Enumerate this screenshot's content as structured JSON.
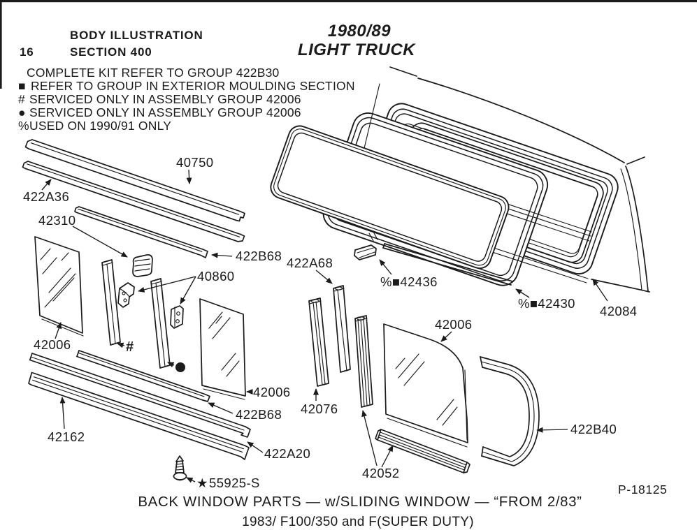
{
  "header": {
    "page_number": "16",
    "section": "SECTION 400",
    "title": "BODY ILLUSTRATION",
    "model_year": "1980/89",
    "model_line": "LIGHT TRUCK"
  },
  "legend": {
    "items": [
      {
        "symbol": "",
        "text": "COMPLETE KIT REFER TO GROUP 422B30"
      },
      {
        "symbol": "■",
        "text": "REFER TO GROUP IN EXTERIOR MOULDING SECTION"
      },
      {
        "symbol": "#",
        "text": "SERVICED ONLY IN ASSEMBLY GROUP 42006"
      },
      {
        "symbol": "●",
        "text": "SERVICED ONLY IN ASSEMBLY GROUP 42006"
      },
      {
        "symbol": "%",
        "text": "USED ON 1990/91 ONLY"
      }
    ]
  },
  "parts": {
    "p40750": "40750",
    "p422a36": "422A36",
    "p42310": "42310",
    "p422b68_upper": "422B68",
    "p40860": "40860",
    "p42006_left": "42006",
    "hash_symbol": "#",
    "p42006_middle": "42006",
    "p422b68_lower": "422B68",
    "p42162": "42162",
    "p422a20": "422A20",
    "star_symbol": "★",
    "p55925": "55925-S",
    "p422a68": "422A68",
    "p42076": "42076",
    "p42052": "42052",
    "p42006_quarter": "42006",
    "p42436": "%■42436",
    "p42430": "%■42430",
    "p42084": "42084",
    "p422b40": "422B40"
  },
  "footer": {
    "caption_line1": "BACK WINDOW PARTS — w/SLIDING WINDOW — “FROM 2/83”",
    "caption_line2": "1983/ F100/350 and F(SUPER DUTY)",
    "plate_number": "P-18125"
  },
  "colors": {
    "ink": "#1b1b1b",
    "paper": "#ffffff"
  }
}
